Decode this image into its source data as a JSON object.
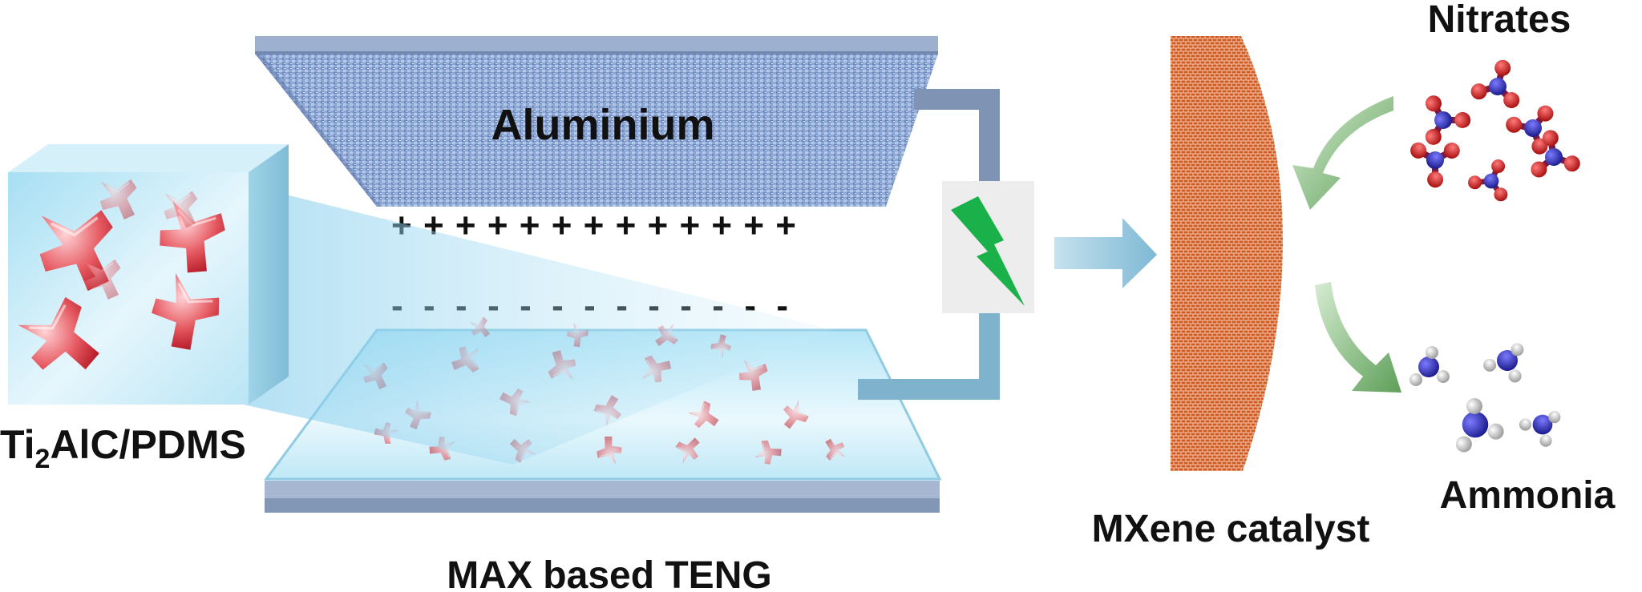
{
  "labels": {
    "aluminium": "Aluminium",
    "composite_main": "Ti",
    "composite_sub": "2",
    "composite_rest": "AlC/PDMS",
    "teng": "MAX based TENG",
    "catalyst": "MXene catalyst",
    "nitrates": "Nitrates",
    "ammonia": "Ammonia"
  },
  "charges": {
    "positive": "+++++++++++++",
    "negative": "-------------"
  },
  "icons": {
    "bolt": "lightning-bolt-icon",
    "arrow": "right-arrow-icon"
  },
  "colors": {
    "aluminium": "#6f8fc6",
    "pdms": "#bfe8f6",
    "max_phase": "#d42a35",
    "wire": "#7f93b5",
    "wire_lower": "#7fb2cc",
    "bolt": "#1bb14a",
    "arrow": "#8fc3da",
    "catalyst": "#cf5a22",
    "curved_arrow": "#6fae6a",
    "nitrogen": "#2222aa",
    "oxygen": "#d01818",
    "hydrogen": "#e8e8e8"
  }
}
